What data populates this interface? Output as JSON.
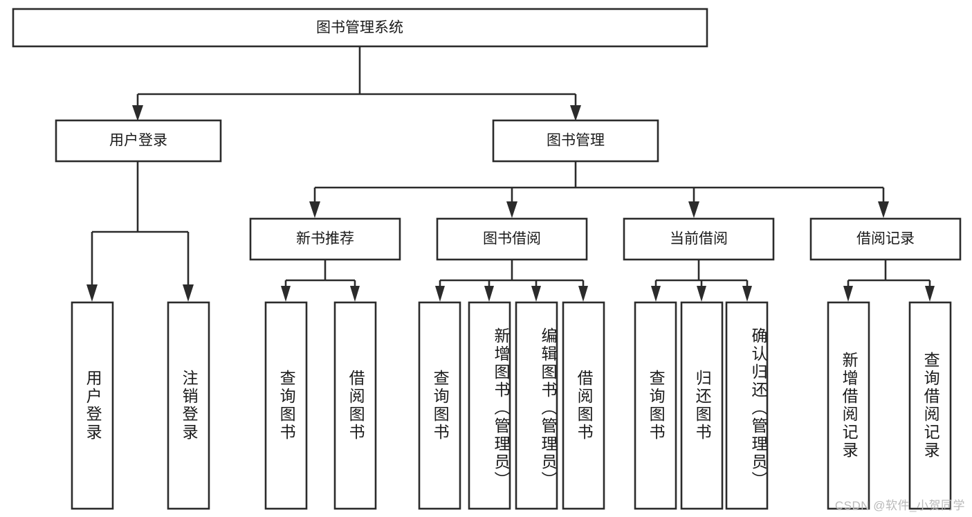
{
  "diagram": {
    "type": "tree-hierarchy",
    "title": "图书管理系统",
    "watermark": "CSDN @软件_小贺同学",
    "colors": {
      "stroke": "#2b2b2b",
      "fill": "#ffffff",
      "text": "#1a1a1a",
      "watermark": "#b9b9b9",
      "background": "#ffffff"
    },
    "root": {
      "label": "图书管理系统",
      "level": 1
    },
    "level2": [
      {
        "label": "用户登录"
      },
      {
        "label": "图书管理"
      }
    ],
    "level3": [
      {
        "label": "新书推荐",
        "parent": "图书管理"
      },
      {
        "label": "图书借阅",
        "parent": "图书管理"
      },
      {
        "label": "当前借阅",
        "parent": "图书管理"
      },
      {
        "label": "借阅记录",
        "parent": "图书管理"
      }
    ],
    "leaves": {
      "用户登录": [
        {
          "label": "用户登录"
        },
        {
          "label": "注销登录"
        }
      ],
      "新书推荐": [
        {
          "label": "查询图书"
        },
        {
          "label": "借阅图书"
        }
      ],
      "图书借阅": [
        {
          "label": "查询图书"
        },
        {
          "label": "新增图书（管理员）"
        },
        {
          "label": "编辑图书（管理员）"
        },
        {
          "label": "借阅图书"
        }
      ],
      "当前借阅": [
        {
          "label": "查询图书"
        },
        {
          "label": "归还图书"
        },
        {
          "label": "确认归还（管理员）"
        }
      ],
      "借阅记录": [
        {
          "label": "新增借阅记录"
        },
        {
          "label": "查询借阅记录"
        }
      ]
    }
  }
}
